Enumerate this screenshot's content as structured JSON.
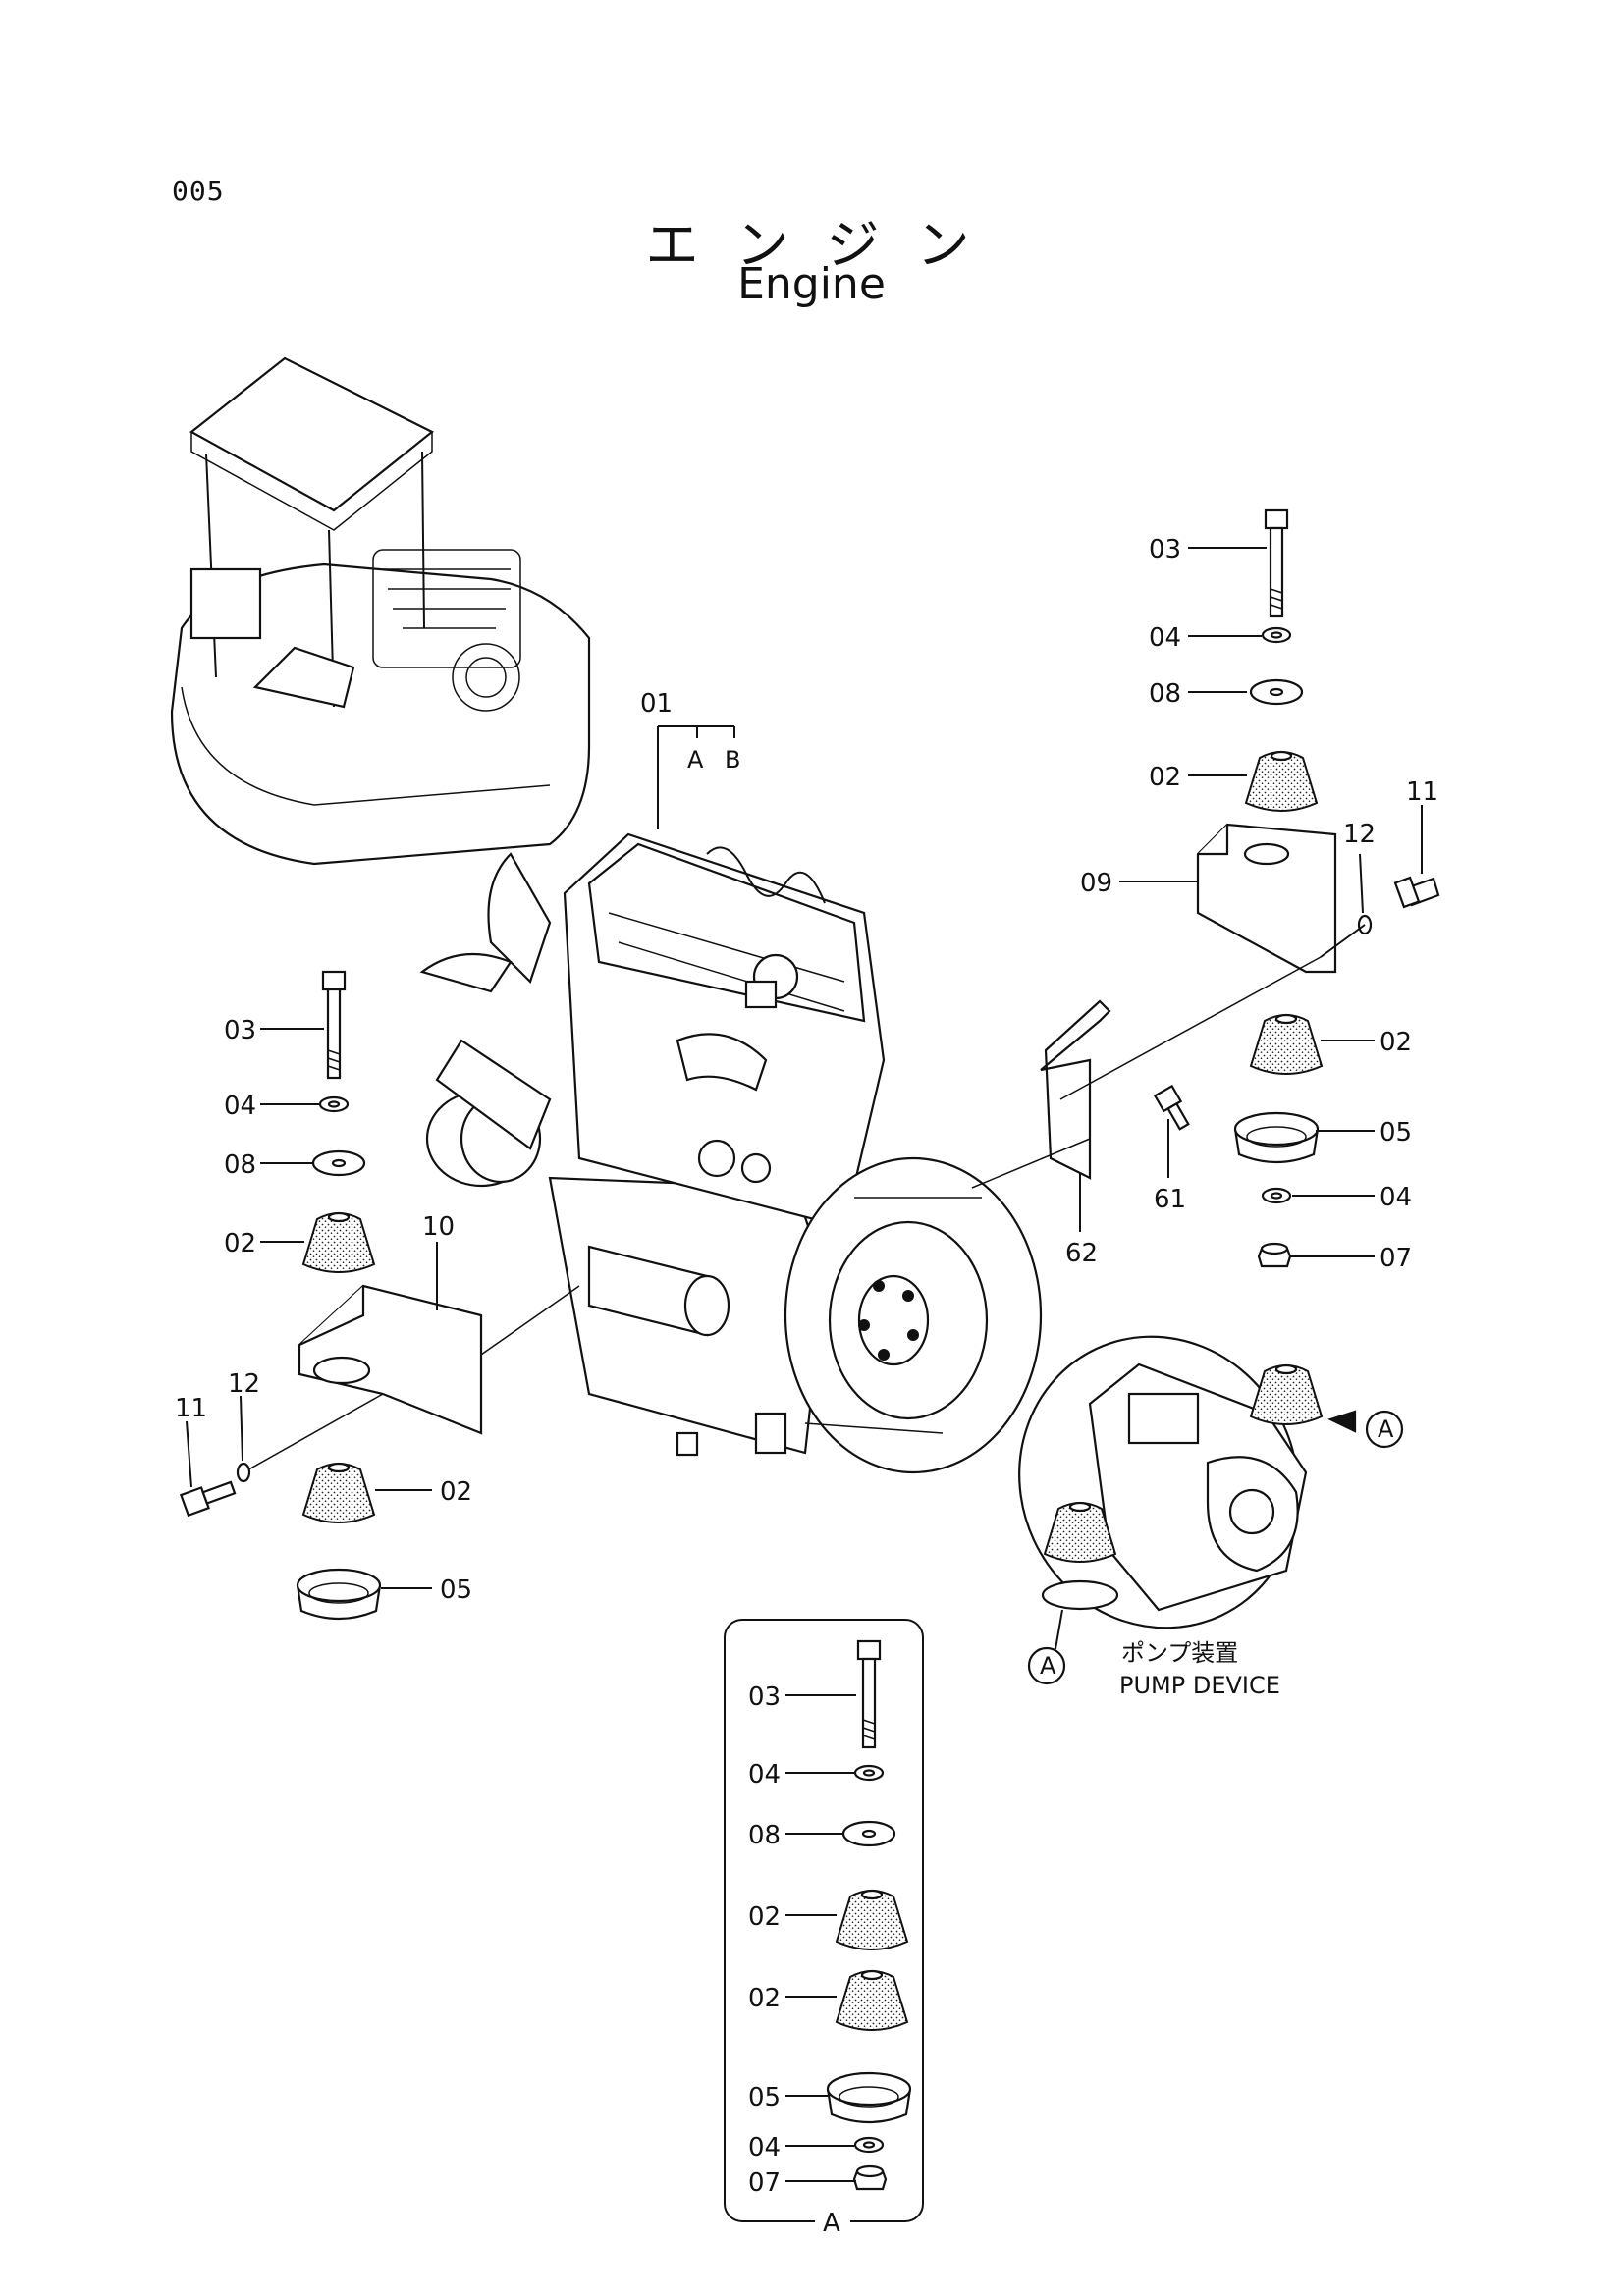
{
  "page_number": "005",
  "title_ja": "エンジン",
  "title_en": "Engine",
  "main_callouts": {
    "engine": "01",
    "engine_sub_a": "A",
    "engine_sub_b": "B",
    "bolt": "03",
    "washer": "04",
    "plate_washer": "08",
    "cushion": "02",
    "bracket_rear": "09",
    "bracket_front": "10",
    "bolt_small": "11",
    "lock_washer": "12",
    "cup": "05",
    "nut": "07",
    "bracket_bolt": "61",
    "stay": "62"
  },
  "pump": {
    "label_ja": "ポンプ装置",
    "label_en": "PUMP DEVICE",
    "ref_a": "A"
  },
  "detail_a": {
    "items": [
      "03",
      "04",
      "08",
      "02",
      "02",
      "05",
      "04",
      "07"
    ],
    "caption": "A"
  }
}
